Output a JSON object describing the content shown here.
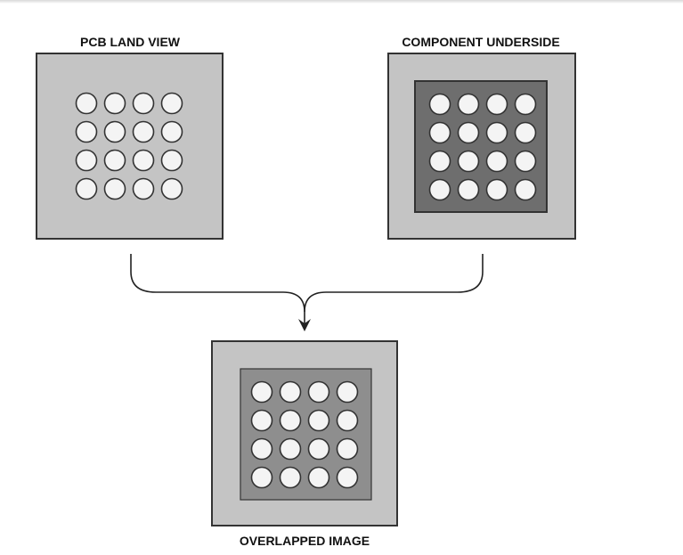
{
  "labels": {
    "pcb": "PCB LAND VIEW",
    "component": "COMPONENT UNDERSIDE",
    "overlap": "OVERLAPPED IMAGE"
  },
  "grid": {
    "rows": 4,
    "cols": 4
  },
  "colors": {
    "board": "#c4c4c4",
    "package": "#6e6e6e",
    "overlap_package": "#8e8e8e",
    "pad": "#f4f4f4",
    "outline": "#333333"
  }
}
